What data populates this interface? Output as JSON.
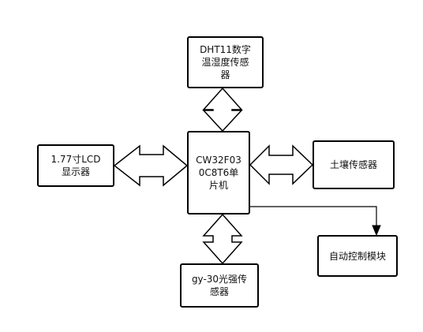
{
  "blocks": {
    "dht11": "DHT11数字\n温湿度传感\n器",
    "lcd": "1.77寸LCD\n显示器",
    "mcu": "CW32F03\n0C8T6单\n片机",
    "soil": "土壤传感器",
    "light": "gy-30光强传\n感器",
    "control": "自动控制模块"
  },
  "colors": {
    "stroke": "#000000",
    "fill": "#ffffff",
    "text": "#111111"
  }
}
